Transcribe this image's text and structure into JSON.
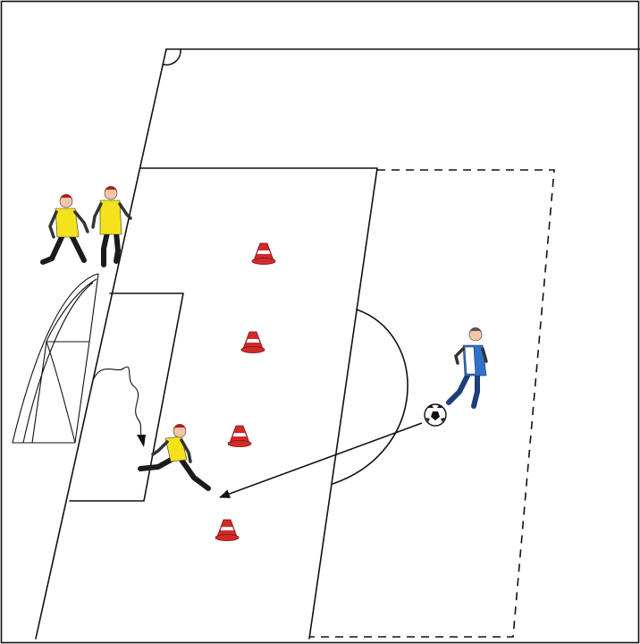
{
  "diagram": {
    "kind": "soccer goalkeeper training drill",
    "elements": {
      "cones": 4,
      "goalkeepers_waiting": 2,
      "active_goalkeeper": 1,
      "server_player": 1,
      "ball": 1
    },
    "colors": {
      "cone": "#d22a2a",
      "goalkeeper_shirt": "#f3e21c",
      "server_shirt": "#2f72c9",
      "lines": "#111111"
    }
  }
}
